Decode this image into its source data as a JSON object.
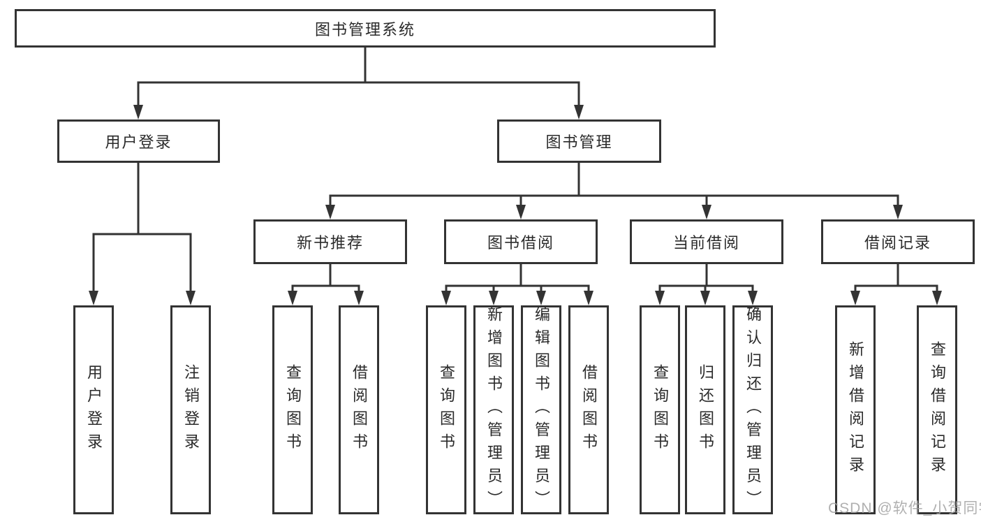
{
  "tree": {
    "root": {
      "label": "图书管理系统",
      "children": [
        {
          "label": "用户登录",
          "children": [
            {
              "label": "用户登录"
            },
            {
              "label": "注销登录"
            }
          ]
        },
        {
          "label": "图书管理",
          "children": [
            {
              "label": "新书推荐",
              "children": [
                {
                  "label": "查询图书"
                },
                {
                  "label": "借阅图书"
                }
              ]
            },
            {
              "label": "图书借阅",
              "children": [
                {
                  "label": "查询图书"
                },
                {
                  "label": "新增图书（管理员）"
                },
                {
                  "label": "编辑图书（管理员）"
                },
                {
                  "label": "借阅图书"
                }
              ]
            },
            {
              "label": "当前借阅",
              "children": [
                {
                  "label": "查询图书"
                },
                {
                  "label": "归还图书"
                },
                {
                  "label": "确认归还（管理员）"
                }
              ]
            },
            {
              "label": "借阅记录",
              "children": [
                {
                  "label": "新增借阅记录"
                },
                {
                  "label": "查询借阅记录"
                }
              ]
            }
          ]
        }
      ]
    }
  },
  "watermark": {
    "text": "CSDN @软件_小贺同学"
  },
  "colors": {
    "line": "#333333",
    "box_border": "#333333",
    "text": "#2a2a2a",
    "watermark": "#a3a3a3",
    "background": "#ffffff"
  }
}
